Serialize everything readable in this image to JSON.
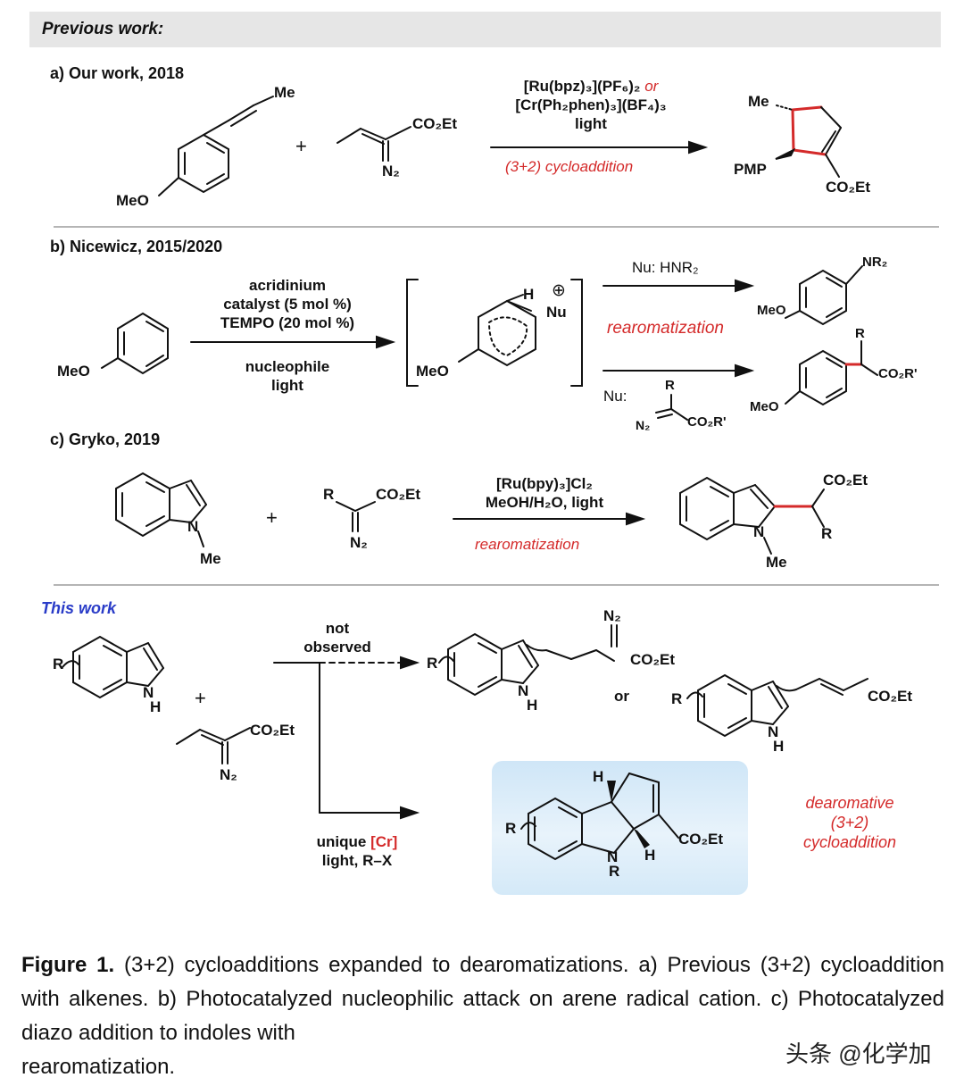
{
  "banner": {
    "title": "Previous work:"
  },
  "section_a": {
    "label": "a) Our work, 2018",
    "reactant1_me": "Me",
    "reactant1_meo": "MeO",
    "plus": "+",
    "reactant2_ester": "CO₂Et",
    "reactant2_n2": "N₂",
    "cond1": "[Ru(bpz)₃](PF₆)₂",
    "cond_or": "or",
    "cond2": "[Cr(Ph₂phen)₃](BF₄)₃",
    "cond3": "light",
    "cond_red": "(3+2) cycloaddition",
    "product_me": "Me",
    "product_pmp": "PMP",
    "product_ester": "CO₂Et"
  },
  "section_b": {
    "label": "b) Nicewicz, 2015/2020",
    "reactant_meo": "MeO",
    "cond1": "acridinium",
    "cond2": "catalyst (5 mol %)",
    "cond3": "TEMPO (20 mol %)",
    "cond4": "nucleophile",
    "cond5": "light",
    "int_h": "H",
    "int_nu": "Nu",
    "int_plus": "⊕",
    "int_meo": "MeO",
    "top_arrow_label": "Nu: HNR₂",
    "red_label": "rearomatization",
    "top_product_nr2": "NR₂",
    "top_product_meo": "MeO",
    "bottom_nu": "Nu:",
    "bottom_nu_r": "R",
    "bottom_nu_n2": "N₂",
    "bottom_nu_ester": "CO₂R'",
    "bottom_product_r": "R",
    "bottom_product_ester": "CO₂R'",
    "bottom_product_meo": "MeO"
  },
  "section_c": {
    "label": "c) Gryko, 2019",
    "indole_n": "N",
    "indole_me": "Me",
    "plus": "+",
    "diazo_r": "R",
    "diazo_ester": "CO₂Et",
    "diazo_n2": "N₂",
    "cond1": "[Ru(bpy)₃]Cl₂",
    "cond2": "MeOH/H₂O, light",
    "red_label": "rearomatization",
    "product_ester": "CO₂Et",
    "product_r": "R",
    "product_n": "N",
    "product_me": "Me"
  },
  "section_d": {
    "label": "This work",
    "indole_r": "R",
    "indole_nh": "N",
    "indole_h": "H",
    "plus": "+",
    "diene_ester": "CO₂Et",
    "diene_n2": "N₂",
    "not_observed": "not",
    "not_observed2": "observed",
    "prod1_r": "R",
    "prod1_n2": "N₂",
    "prod1_ester": "CO₂Et",
    "prod1_nh": "N",
    "prod1_h": "H",
    "or": "or",
    "prod2_r": "R",
    "prod2_ester": "CO₂Et",
    "prod2_nh": "N",
    "prod2_h": "H",
    "cond_unique": "unique",
    "cond_cr": "[Cr]",
    "cond2": "light, R–X",
    "prod3_h1": "H",
    "prod3_h2": "H",
    "prod3_r": "R",
    "prod3_n": "N",
    "prod3_nr": "R",
    "prod3_ester": "CO₂Et",
    "red1": "dearomative",
    "red2": "(3+2)",
    "red3": "cycloaddition"
  },
  "caption": {
    "fig": "Figure 1.",
    "text": "(3+2) cycloadditions expanded to dearomatizations.  a) Previous (3+2) cycloaddition with alkenes.  b) Photocatalyzed nucleophilic attack on arene radical cation.  c) Photocatalyzed diazo addition to indoles with",
    "last": "rearomatization."
  },
  "watermark": "头条 @化学加",
  "colors": {
    "accent_red": "#d42a2a",
    "accent_blue": "#2a3cc8",
    "banner_bg": "#e6e6e6",
    "highlight_bg": "#dceefa"
  }
}
